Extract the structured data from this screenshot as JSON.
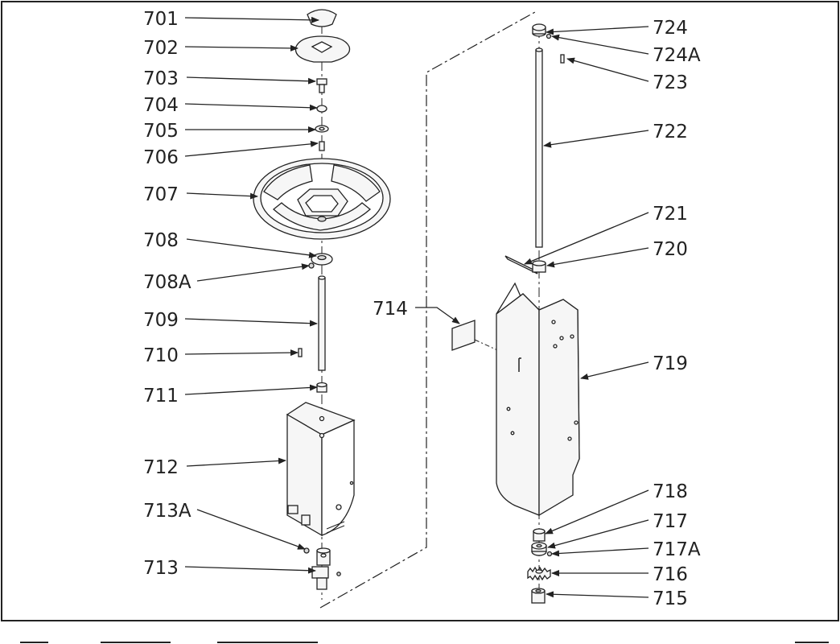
{
  "diagram": {
    "labels_left": [
      "701",
      "702",
      "703",
      "704",
      "705",
      "706",
      "707",
      "708",
      "708A",
      "709",
      "710",
      "711",
      "712",
      "713A",
      "713"
    ],
    "labels_right": [
      "724",
      "724A",
      "723",
      "722",
      "721",
      "720",
      "714",
      "719",
      "718",
      "717",
      "717A",
      "716",
      "715"
    ]
  },
  "colors": {
    "line": "#222222",
    "background": "#ffffff",
    "part_fill": "#f6f6f6",
    "shade": "#d8d8d8"
  }
}
